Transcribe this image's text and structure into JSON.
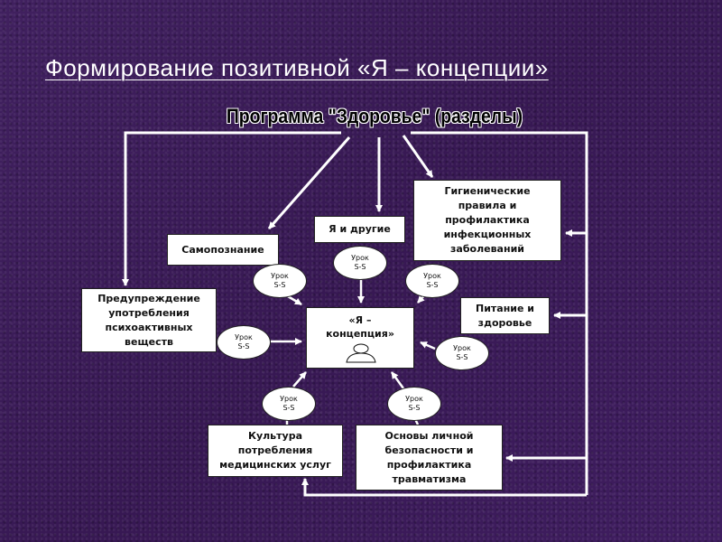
{
  "slide": {
    "title": "Формирование позитивной «Я – концепции»"
  },
  "program": {
    "title": "Программа \"Здоровье\" (разделы)"
  },
  "center": {
    "text": "«Я –\nконцепция»"
  },
  "boxes": {
    "self": "Самопознание",
    "others": "Я и другие",
    "hygiene": "Гигиенические\nправила и\nпрофилактика\nинфекционных\nзаболеваний",
    "prevention": "Предупреждение\nупотребления\nпсихоактивных\nвеществ",
    "nutrition": "Питание и\nздоровье",
    "culture": "Культура\nпотребления\nмедицинских услуг",
    "safety": "Основы личной\nбезопасности и\nпрофилактика\nтравматизма"
  },
  "lesson": {
    "line1": "Урок",
    "line2": "S-S"
  }
}
